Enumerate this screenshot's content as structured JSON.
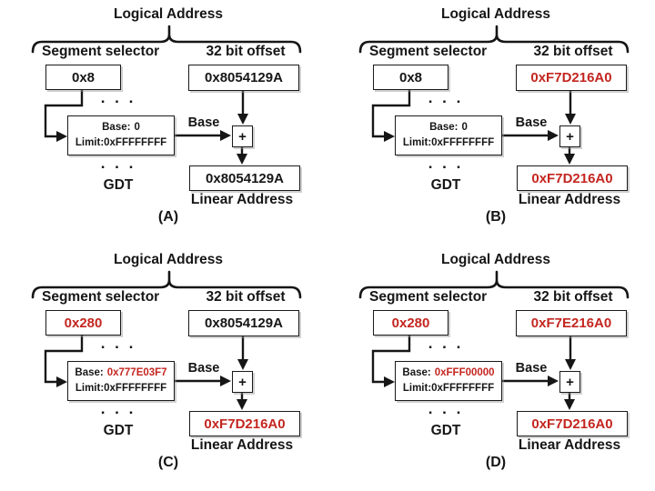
{
  "colors": {
    "accent_red": "#c42620",
    "ink_black": "#161616"
  },
  "labels": {
    "logical_address": "Logical Address",
    "segment_selector": "Segment selector",
    "offset": "32 bit offset",
    "base_arrow": "Base",
    "base_prefix": "Base:",
    "limit_text": "Limit:0xFFFFFFFF",
    "gdt": "GDT",
    "linear_address": "Linear Address",
    "plus": "+",
    "dots": ". . ."
  },
  "panels": [
    {
      "letter": "(A)",
      "selector": "0x8",
      "selector_red": false,
      "offset": "0x8054129A",
      "offset_red": false,
      "base_value": "0",
      "base_red": false,
      "linear": "0x8054129A",
      "linear_red": false
    },
    {
      "letter": "(B)",
      "selector": "0x8",
      "selector_red": false,
      "offset": "0xF7D216A0",
      "offset_red": true,
      "base_value": "0",
      "base_red": false,
      "linear": "0xF7D216A0",
      "linear_red": true
    },
    {
      "letter": "(C)",
      "selector": "0x280",
      "selector_red": true,
      "offset": "0x8054129A",
      "offset_red": false,
      "base_value": "0x777E03F7",
      "base_red": true,
      "linear": "0xF7D216A0",
      "linear_red": true
    },
    {
      "letter": "(D)",
      "selector": "0x280",
      "selector_red": true,
      "offset": "0xF7E216A0",
      "offset_red": true,
      "base_value": "0xFFF00000",
      "base_red": true,
      "linear": "0xF7D216A0",
      "linear_red": true
    }
  ]
}
